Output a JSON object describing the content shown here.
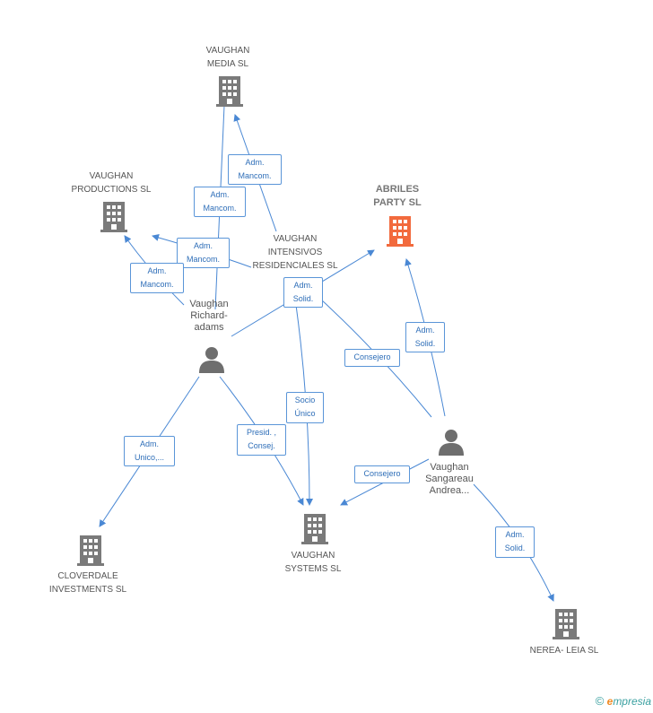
{
  "companies": {
    "vaughan_media": "VAUGHAN\nMEDIA SL",
    "vaughan_productions": "VAUGHAN\nPRODUCTIONS SL",
    "abriles_party": "ABRILES\nPARTY SL",
    "vaughan_intensivos": "VAUGHAN\nINTENSIVOS\nRESIDENCIALES SL",
    "vaughan_systems": "VAUGHAN\nSYSTEMS SL",
    "cloverdale": "CLOVERDALE\nINVESTMENTS SL",
    "nerea_leia": "NEREA- LEIA SL"
  },
  "persons": {
    "richard": "Vaughan\nRichard-\nadams",
    "sangareau": "Vaughan\nSangareau\nAndrea..."
  },
  "relations": {
    "adm_mancom_1": "Adm.\nMancom.",
    "adm_mancom_2": "Adm.\nMancom.",
    "adm_mancom_3": "Adm.\nMancom.",
    "adm_mancom_4": "Adm.\nMancom.",
    "adm_solid_1": "Adm.\nSolid.",
    "adm_solid_2": "Adm.\nSolid.",
    "adm_solid_3": "Adm.\nSolid.",
    "consejero_1": "Consejero",
    "consejero_2": "Consejero",
    "socio_unico": "Socio\nÚnico",
    "presid_consej": "Presid. ,\nConsej.",
    "adm_unico": "Adm.\nUnico,..."
  },
  "brand": {
    "copyright": "©",
    "e": "e",
    "name": "mpresia"
  },
  "colors": {
    "edge": "#4a88d4",
    "building": "#7a7a7a",
    "building_main": "#f26a3d",
    "person": "#6e6e6e"
  }
}
